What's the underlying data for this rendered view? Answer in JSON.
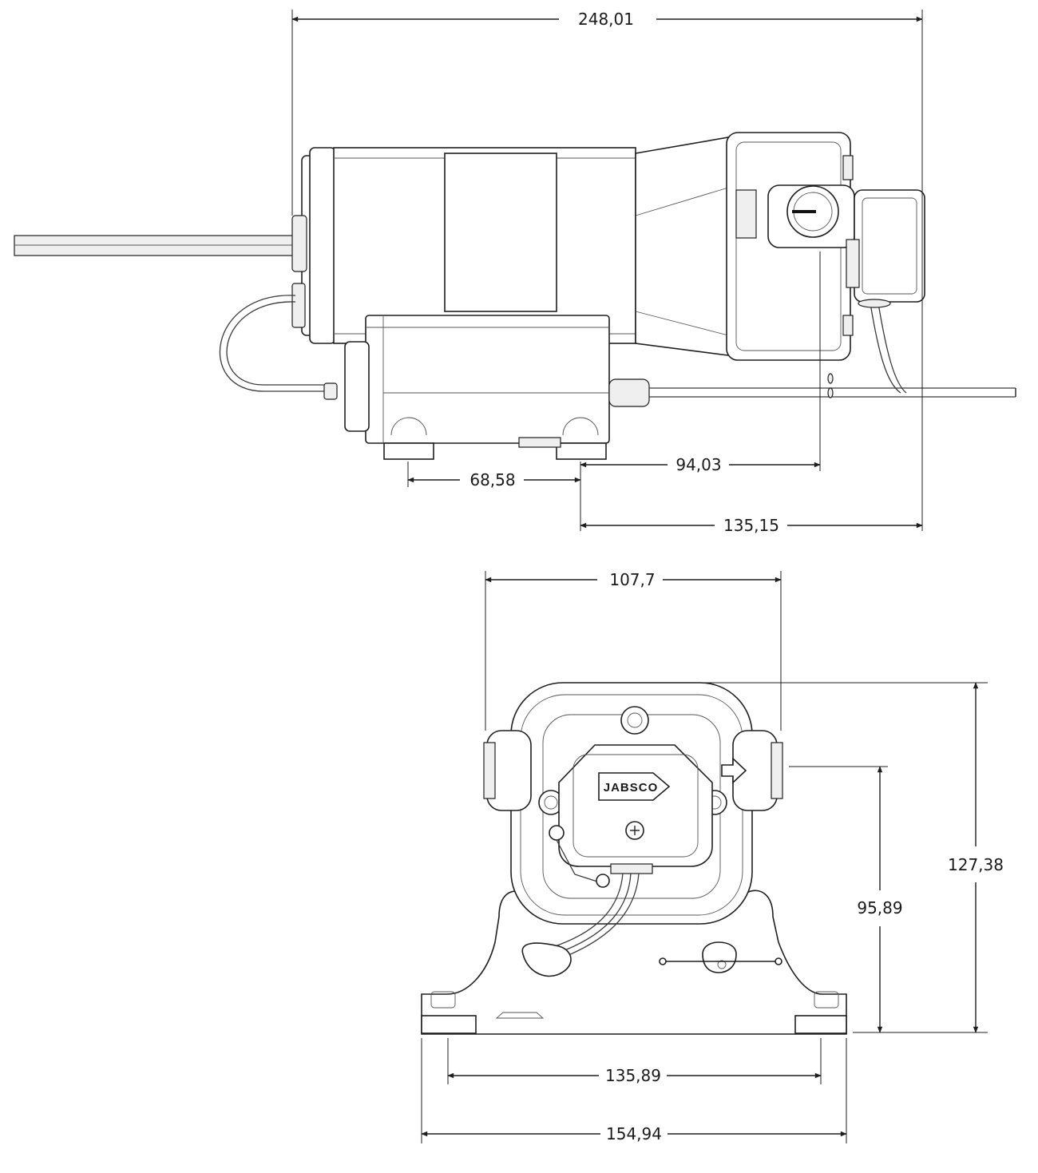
{
  "dimensions": {
    "overall_length": "248,01",
    "foot_spacing_side": "68,58",
    "outlet_offset": "94,03",
    "rear_offset": "135,15",
    "port_spacing": "107,7",
    "overall_height": "127,38",
    "port_height": "95,89",
    "base_hole_spacing": "135,89",
    "base_width": "154,94"
  },
  "logo_text": "JABSCO"
}
